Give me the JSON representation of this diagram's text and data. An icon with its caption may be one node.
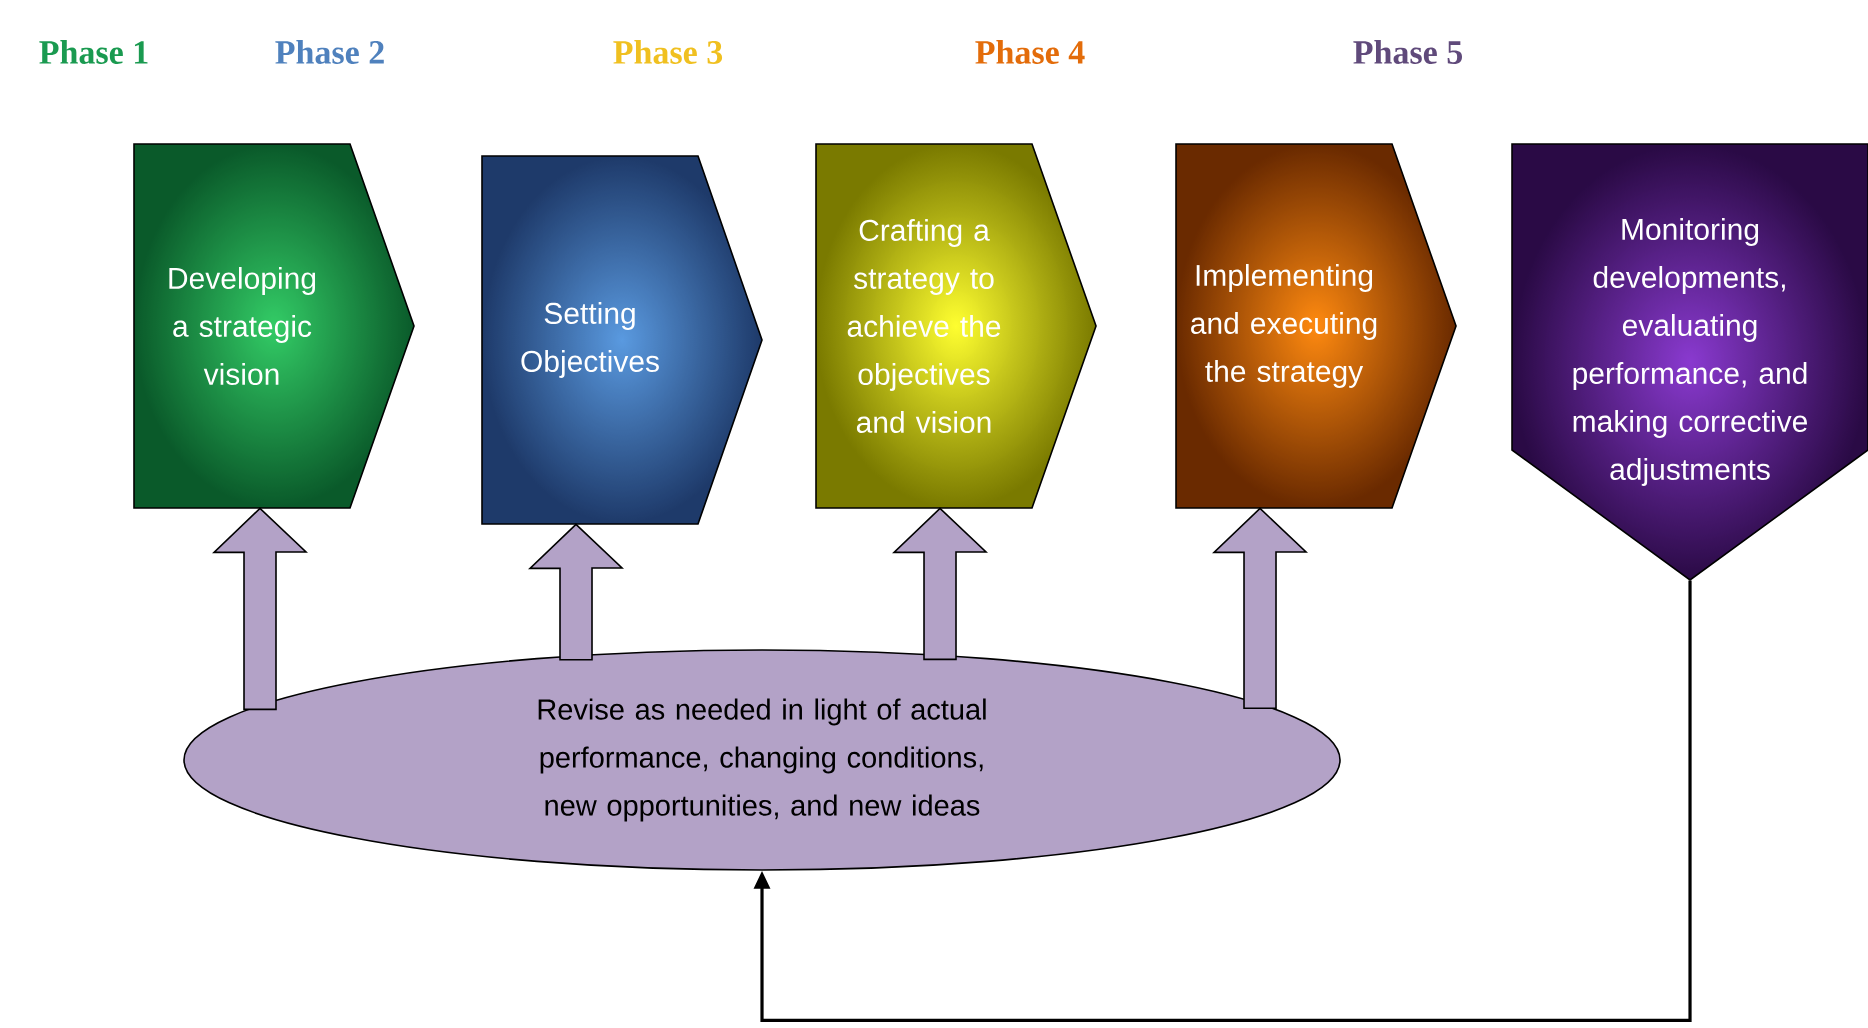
{
  "diagram": {
    "nodes": [
      {
        "text": [
          "Developing a strategic vision"
        ]
      },
      {
        "text": [
          "Setting Objectives"
        ]
      },
      {
        "text": [
          "Crafting a strategy to achieve the objectives and vision"
        ]
      },
      {
        "text": [
          "Implementing and executing the strategy"
        ]
      },
      {
        "text": [
          "Monitoring developments, evaluating performance, and making corrective adjustments"
        ]
      },
      {
        "text": [
          "Revise as needed in light of actual performance, changing conditions, new opportunities, and new ideas"
        ]
      }
    ],
    "edges": [
      {
        "from": 5,
        "to": 0,
        "arrow": "to",
        "style": "thick"
      },
      {
        "from": 5,
        "to": 1,
        "arrow": "to",
        "style": "thick"
      },
      {
        "from": 5,
        "to": 2,
        "arrow": "to",
        "style": "thick"
      },
      {
        "from": 5,
        "to": 3,
        "arrow": "to",
        "style": "thick"
      },
      {
        "from": 4,
        "to": 5,
        "arrow": "to"
      }
    ],
    "labels": [
      "Phase 1",
      "Phase 2",
      "Phase 3",
      "Phase 4",
      "Phase 5"
    ]
  }
}
